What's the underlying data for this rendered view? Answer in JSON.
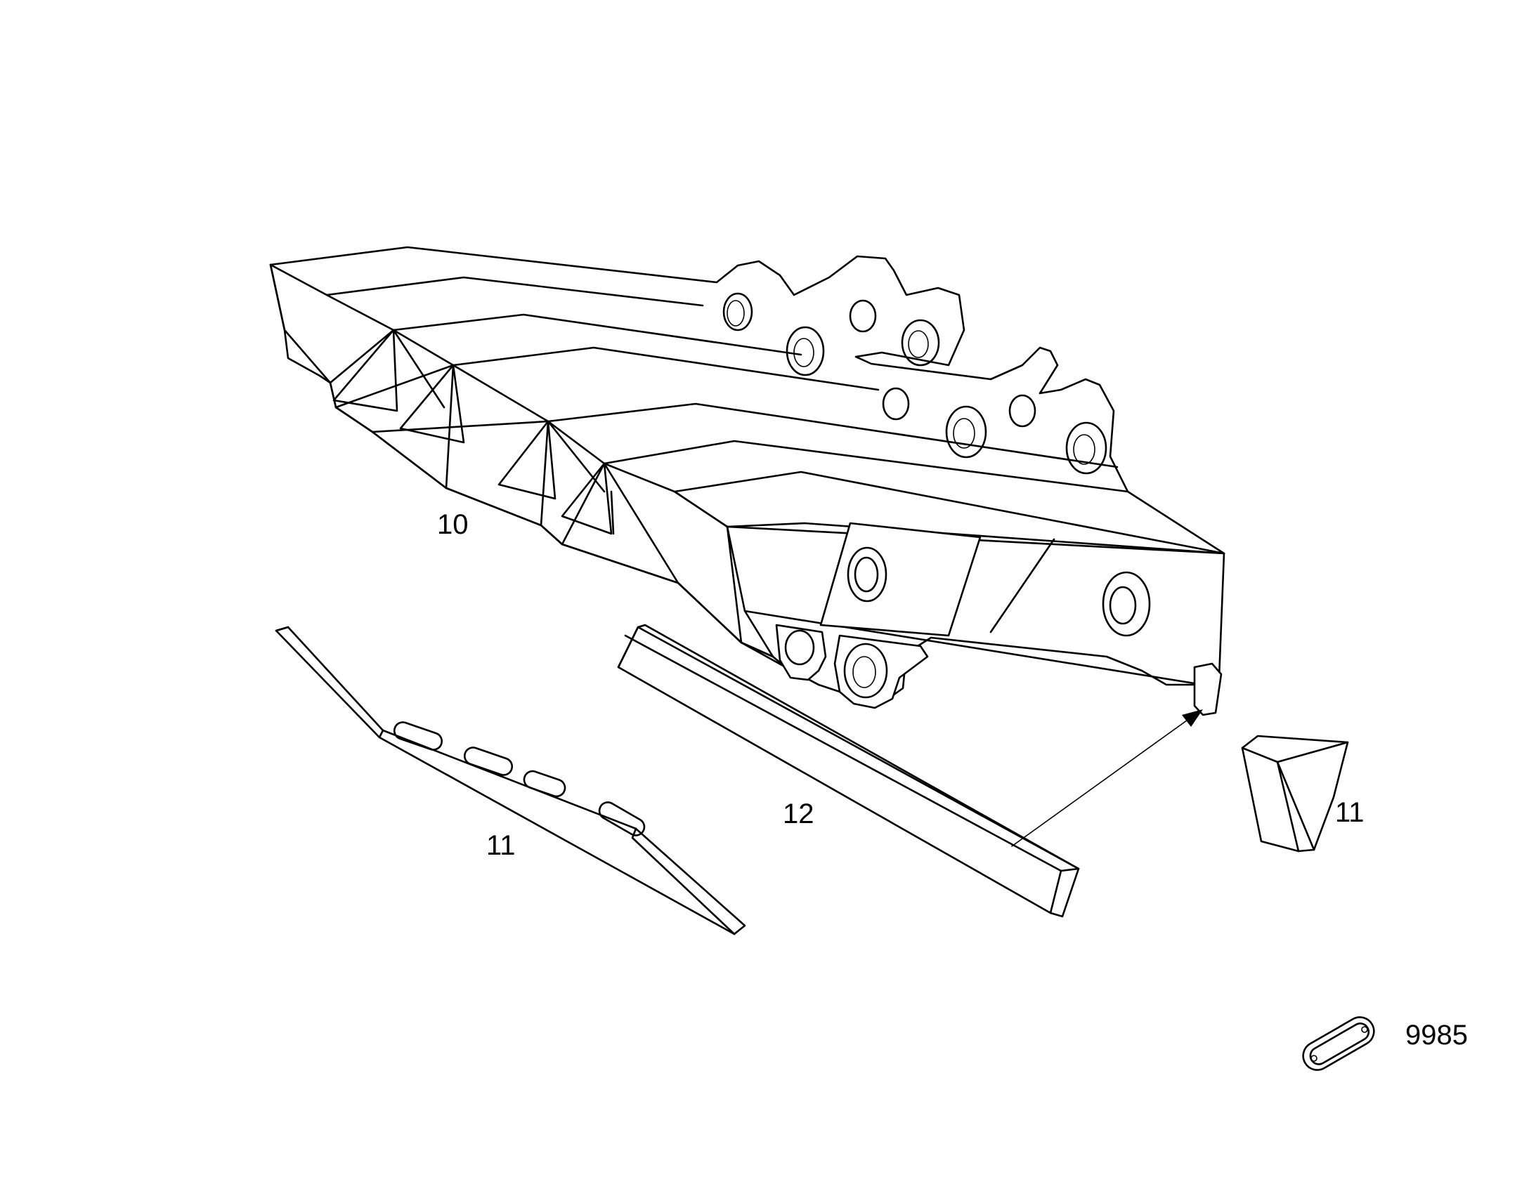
{
  "callouts": {
    "frame": "10",
    "plate": "11",
    "wedge": "11",
    "bar": "12",
    "reference_code": "9985"
  },
  "colors": {
    "line": "#000000",
    "background": "#ffffff"
  }
}
